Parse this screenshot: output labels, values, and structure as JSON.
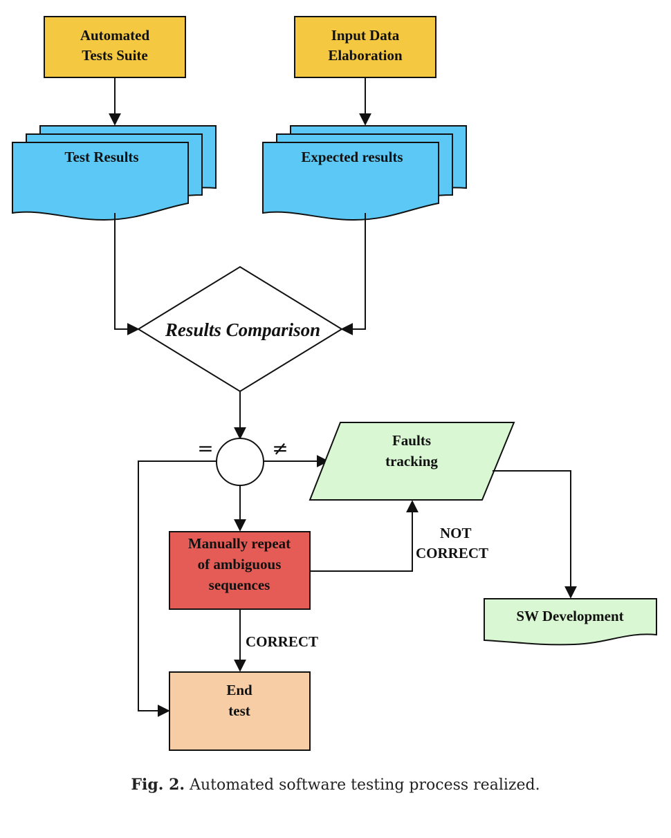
{
  "nodes": {
    "automated_tests_suite": [
      "Automated",
      "Tests Suite"
    ],
    "input_data_elaboration": [
      "Input Data",
      "Elaboration"
    ],
    "test_results": "Test Results",
    "expected_results": "Expected results",
    "results_comparison": "Results Comparison",
    "faults_tracking": [
      "Faults",
      "tracking"
    ],
    "manually_repeat": [
      "Manually repeat",
      "of ambiguous",
      "sequences"
    ],
    "sw_development": "SW Development",
    "end_test": [
      "End",
      "test"
    ]
  },
  "edge_labels": {
    "equal": "=",
    "not_equal": "≠",
    "not_correct": [
      "NOT",
      "CORRECT"
    ],
    "correct": "CORRECT"
  },
  "caption": {
    "label": "Fig. 2.",
    "text": "Automated software testing process realized."
  },
  "colors": {
    "process_yellow": "#f5c842",
    "document_blue": "#5bc8f5",
    "fault_green": "#d8f7d2",
    "manual_red": "#e45c55",
    "end_peach": "#f6cda4"
  }
}
